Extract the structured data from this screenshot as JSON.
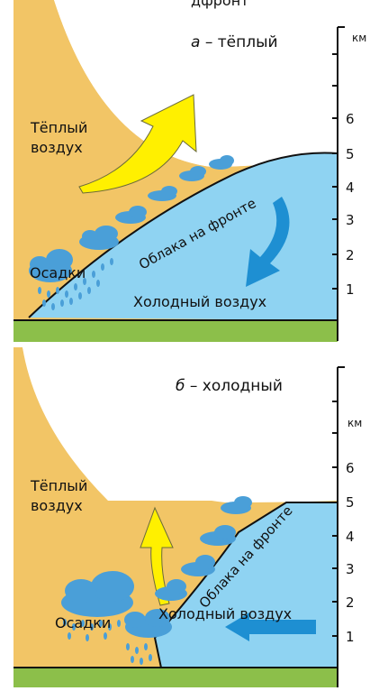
{
  "top_cut_text": "дфронт",
  "warm": {
    "title_letter": "а",
    "title_rest": "– тёплый",
    "warm_air_line1": "Тёплый",
    "warm_air_line2": "воздух",
    "front_clouds": "Облака на фронте",
    "precipitation": "Осадки",
    "cold_air": "Холодный воздух",
    "unit": "км",
    "scale_labels": [
      "6",
      "5",
      "4",
      "3",
      "2",
      "1"
    ]
  },
  "cold": {
    "title_letter": "б",
    "title_rest": "– холодный",
    "warm_air_line1": "Тёплый",
    "warm_air_line2": "воздух",
    "front_clouds": "Облака на фронте",
    "precipitation": "Осадки",
    "cold_air": "Холодный воздух",
    "unit": "км",
    "scale_labels": [
      "6",
      "5",
      "4",
      "3",
      "2",
      "1"
    ]
  },
  "colors": {
    "warm_air": "#F2C566",
    "cold_air": "#8FD3F2",
    "ground": "#8CBF4A",
    "cloud": "#4A9FD8",
    "warm_arrow": "#FFF000",
    "cold_arrow": "#1E8FD2"
  }
}
